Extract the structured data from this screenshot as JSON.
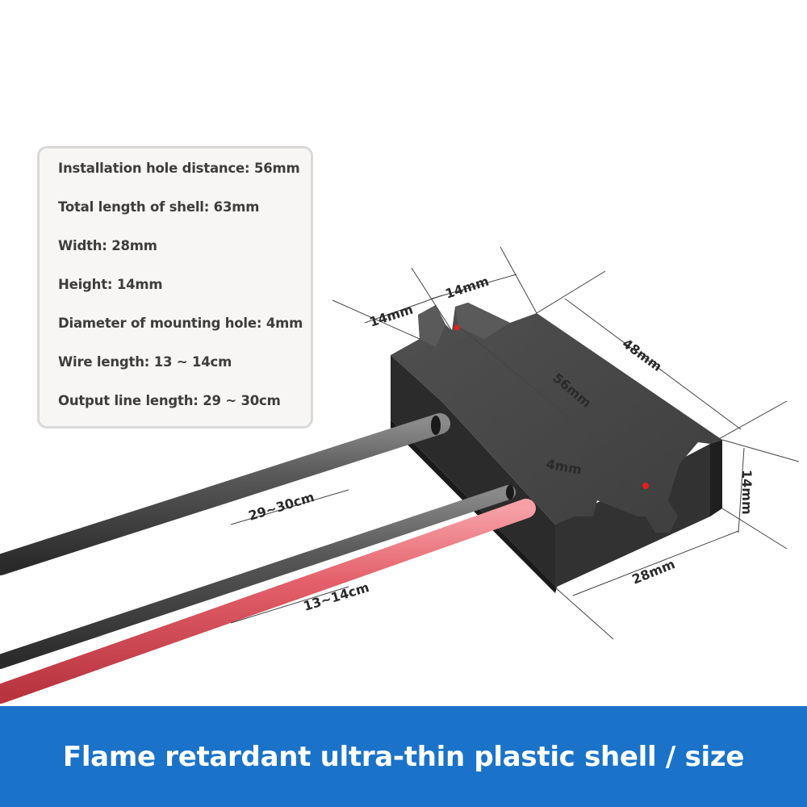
{
  "specs": [
    "Installation hole distance: 56mm",
    "Total length of shell: 63mm",
    "Width: 28mm",
    "Height: 14mm",
    "Diameter of mounting hole: 4mm",
    "Wire length: 13 ~ 14cm",
    "Output line length: 29 ~ 30cm"
  ],
  "dimensions": {
    "top_left": "14mm",
    "top_middle": "14mm",
    "length": "48mm",
    "hole_distance": "56mm",
    "hole_diameter": "4mm",
    "height": "14mm",
    "width": "28mm",
    "output_line": "29~30cm",
    "wire": "13~14cm"
  },
  "banner": {
    "title": "Flame retardant ultra-thin plastic shell / size"
  },
  "colors": {
    "banner": "#1a73c9",
    "shell": "#3a3a3a",
    "red_wire": "#e8606a",
    "black_wire": "#4a4a4a"
  }
}
